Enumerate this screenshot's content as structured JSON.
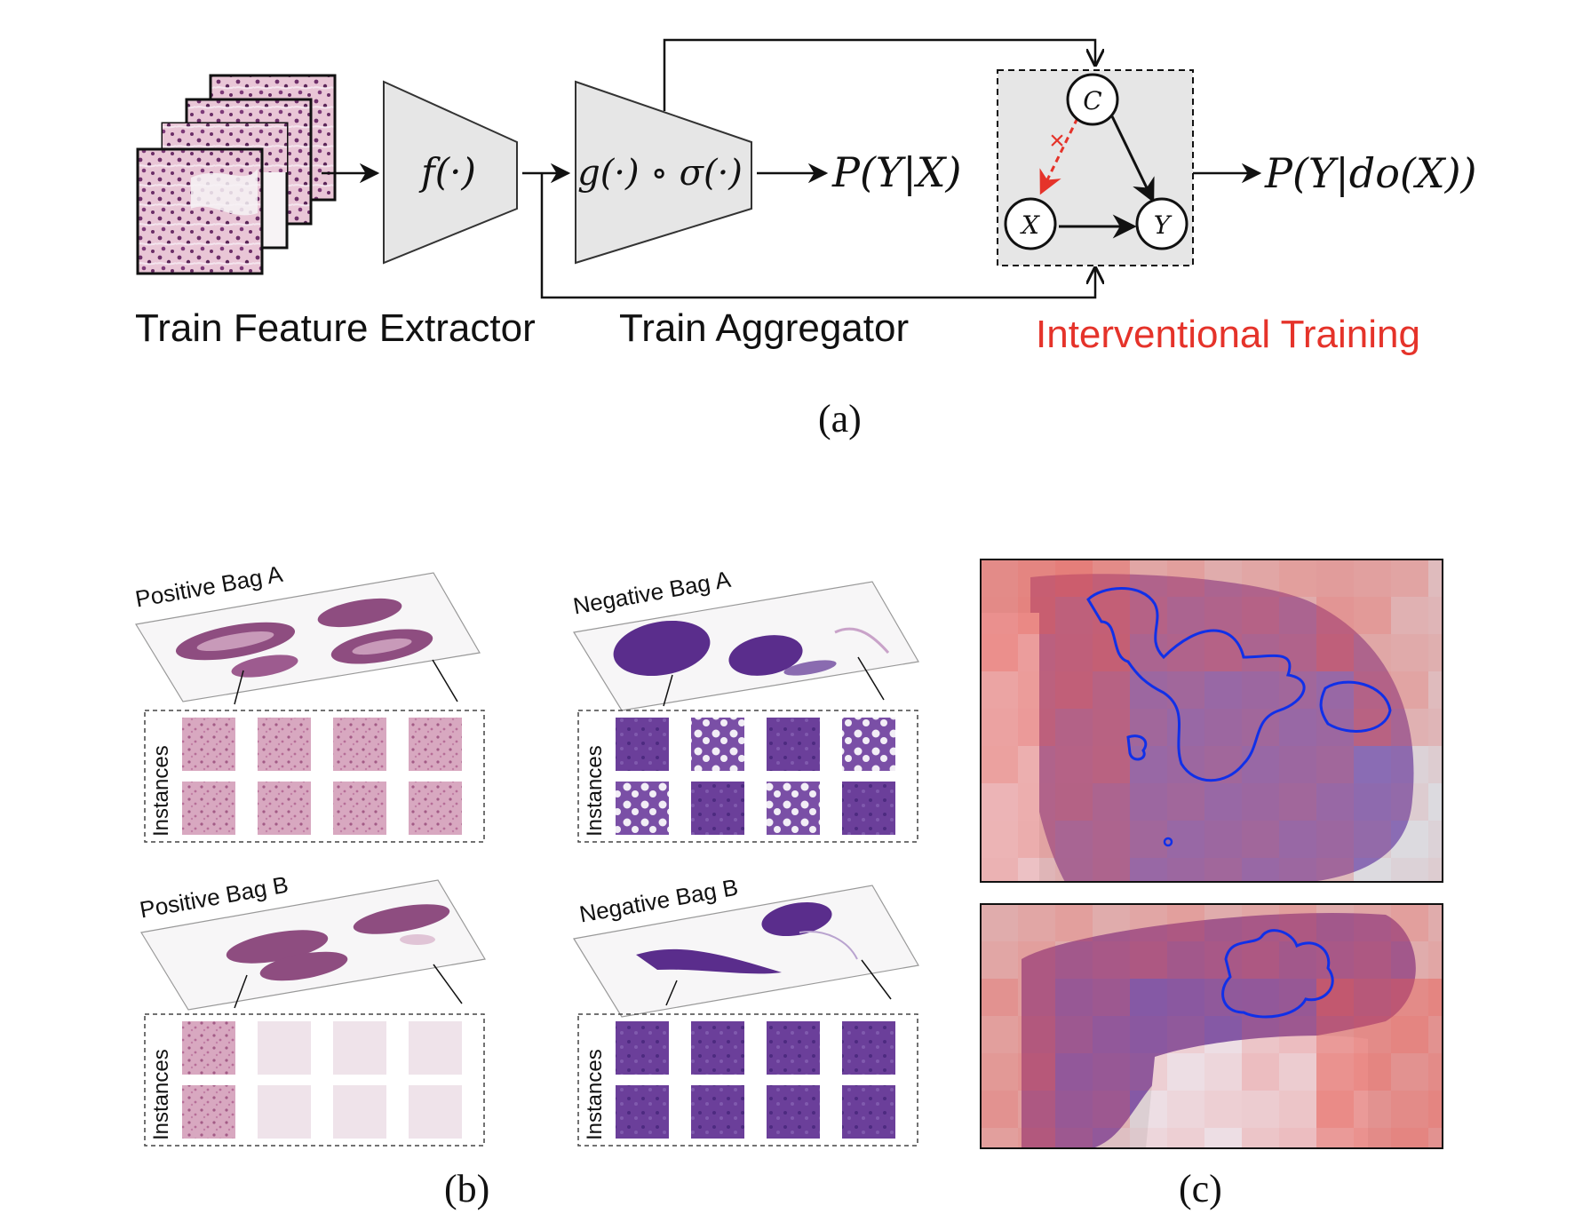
{
  "panel_a": {
    "feature_fn": "f(·)",
    "aggregator_fn": "g(·) ∘ σ(·)",
    "prob_observational": "P(Y|X)",
    "prob_interventional": "P(Y|do(X))",
    "node_c": "C",
    "node_x": "X",
    "node_y": "Y",
    "cut_mark": "×",
    "label_feature": "Train Feature Extractor",
    "label_aggregator": "Train Aggregator",
    "label_interventional": "Interventional Training",
    "caption": "(a)",
    "colors": {
      "interventional": "#e5332a",
      "box_fill": "#e6e6e6",
      "node_fill": "#ffffff"
    }
  },
  "panel_b": {
    "bags": [
      {
        "title": "Positive Bag A",
        "instances_label": "Instances",
        "stain": "pink"
      },
      {
        "title": "Negative Bag A",
        "instances_label": "Instances",
        "stain": "purple"
      },
      {
        "title": "Positive Bag B",
        "instances_label": "Instances",
        "stain": "pink"
      },
      {
        "title": "Negative Bag B",
        "instances_label": "Instances",
        "stain": "purple"
      }
    ],
    "caption": "(b)"
  },
  "panel_c": {
    "caption": "(c)",
    "colors": {
      "heat": "#e8574e",
      "contour": "#1030e8",
      "tissue": "#8c6fb3"
    }
  }
}
